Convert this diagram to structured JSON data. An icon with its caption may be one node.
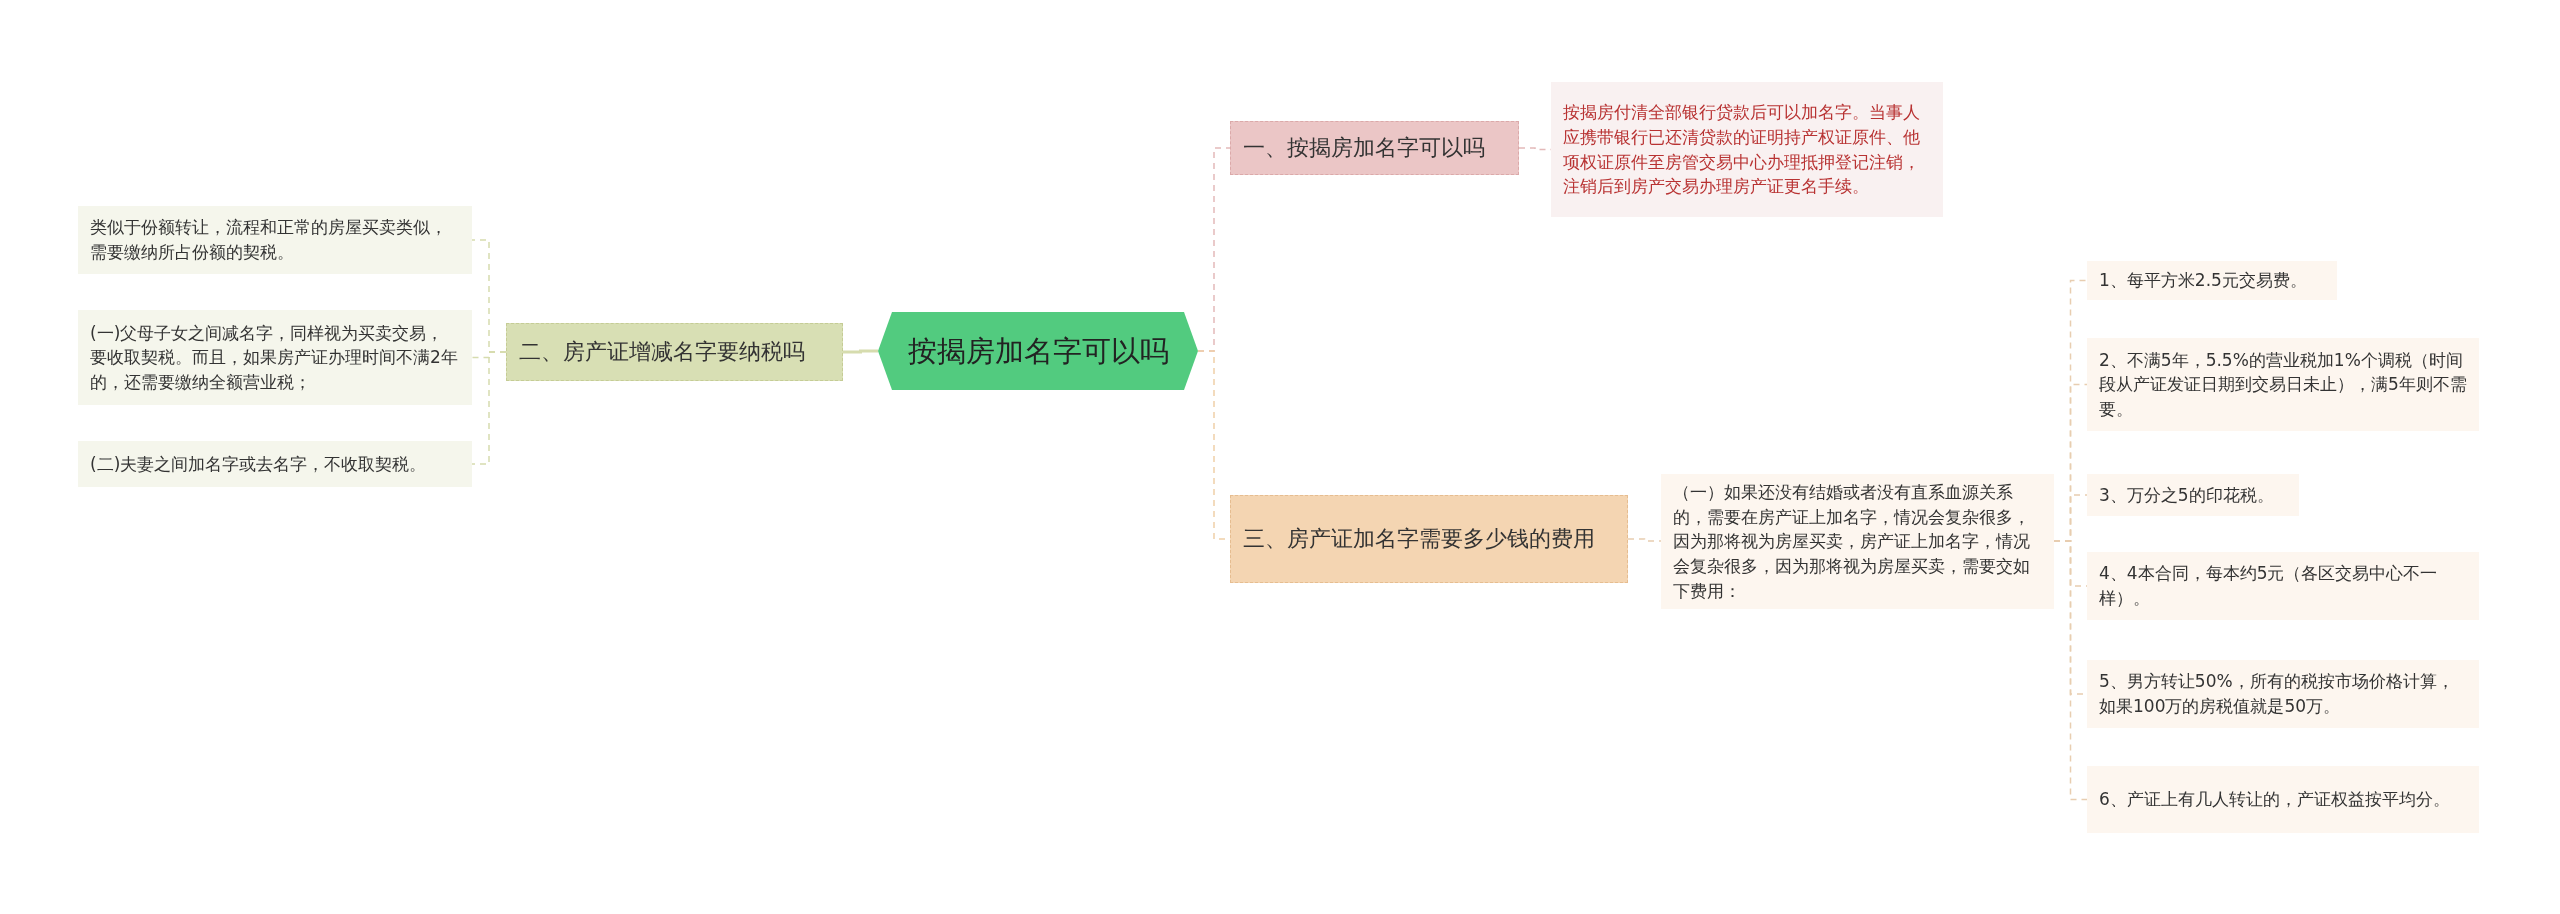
{
  "diagram": {
    "nodes": [
      {
        "text": [
          "按揭房加名字可以吗"
        ]
      },
      {
        "text": [
          "一、按揭房加名字可以吗"
        ]
      },
      {
        "text": [
          "按揭房付清全部银行贷款后可以加名字。当事人应携带银行已还清贷款的证明持产权证原件、他项权证原件至房管交易中心办理抵押登记注销，注销后到房产交易办理房产证更名手续。"
        ]
      },
      {
        "text": [
          "二、房产证增减名字要纳税吗"
        ]
      },
      {
        "text": [
          "类似于份额转让，流程和正常的房屋买卖类似，需要缴纳所占份额的契税。"
        ]
      },
      {
        "text": [
          "(一)父母子女之间减名字，同样视为买卖交易，要收取契税。而且，如果房产证办理时间不满2年的，还需要缴纳全额营业税；"
        ]
      },
      {
        "text": [
          "(二)夫妻之间加名字或去名字，不收取契税。"
        ]
      },
      {
        "text": [
          "三、房产证加名字需要多少钱的费用"
        ]
      },
      {
        "text": [
          "（一）如果还没有结婚或者没有直系血源关系的，需要在房产证上加名字，情况会复杂很多，因为那将视为房屋买卖，房产证上加名字，情况会复杂很多，因为那将视为房屋买卖，需要交如下费用："
        ]
      },
      {
        "text": [
          "1、每平方米2.5元交易费。"
        ]
      },
      {
        "text": [
          "2、不满5年，5.5%的营业税加1%个调税（时间段从产证发证日期到交易日未止），满5年则不需要。"
        ]
      },
      {
        "text": [
          "3、万分之5的印花税。"
        ]
      },
      {
        "text": [
          "4、4本合同，每本约5元（各区交易中心不一样）。"
        ]
      },
      {
        "text": [
          "5、男方转让50%，所有的税按市场价格计算，如果100万的房税值就是50万。"
        ]
      },
      {
        "text": [
          "6、产证上有几人转让的，产证权益按平均分。"
        ]
      }
    ],
    "edges": [
      {
        "from": 0,
        "to": 1,
        "arrow": "none",
        "style": "dashed",
        "color": "#e3b9b9"
      },
      {
        "from": 1,
        "to": 2,
        "arrow": "none",
        "style": "dashed",
        "color": "#e3b9b9"
      },
      {
        "from": 0,
        "to": 3,
        "arrow": "none",
        "color": "#d6dcae"
      },
      {
        "from": 3,
        "to": 4,
        "arrow": "none",
        "style": "dashed",
        "color": "#d6dcae"
      },
      {
        "from": 3,
        "to": 5,
        "arrow": "none",
        "style": "dashed",
        "color": "#d6dcae"
      },
      {
        "from": 3,
        "to": 6,
        "arrow": "none",
        "style": "dashed",
        "color": "#d6dcae"
      },
      {
        "from": 0,
        "to": 7,
        "arrow": "none",
        "style": "dashed",
        "color": "#efcfa8"
      },
      {
        "from": 7,
        "to": 8,
        "arrow": "none",
        "style": "dashed",
        "color": "#e8cdb0"
      },
      {
        "from": 8,
        "to": 9,
        "arrow": "none",
        "style": "dashed",
        "color": "#e8cdb0"
      },
      {
        "from": 8,
        "to": 10,
        "arrow": "none",
        "style": "dashed",
        "color": "#e8cdb0"
      },
      {
        "from": 8,
        "to": 11,
        "arrow": "none",
        "style": "dashed",
        "color": "#e8cdb0"
      },
      {
        "from": 8,
        "to": 12,
        "arrow": "none",
        "style": "dashed",
        "color": "#e8cdb0"
      },
      {
        "from": 8,
        "to": 13,
        "arrow": "none",
        "style": "dashed",
        "color": "#e8cdb0"
      },
      {
        "from": 8,
        "to": 14,
        "arrow": "none",
        "style": "dashed",
        "color": "#e8cdb0"
      }
    ]
  }
}
